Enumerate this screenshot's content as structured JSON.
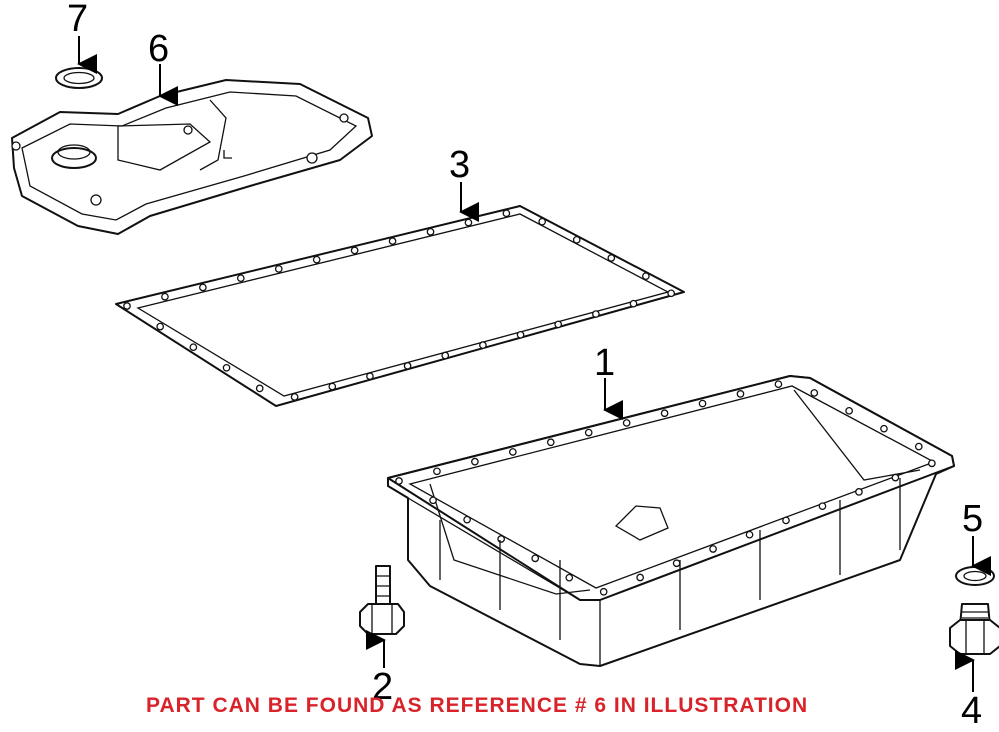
{
  "notice": {
    "text": "PART CAN BE FOUND AS REFERENCE # 6 IN ILLUSTRATION",
    "color": "#d9232a"
  },
  "callouts": [
    {
      "id": "7",
      "label": "7"
    },
    {
      "id": "6",
      "label": "6"
    },
    {
      "id": "3",
      "label": "3"
    },
    {
      "id": "1",
      "label": "1"
    },
    {
      "id": "5",
      "label": "5"
    },
    {
      "id": "2",
      "label": "2"
    },
    {
      "id": "4",
      "label": "4"
    }
  ]
}
